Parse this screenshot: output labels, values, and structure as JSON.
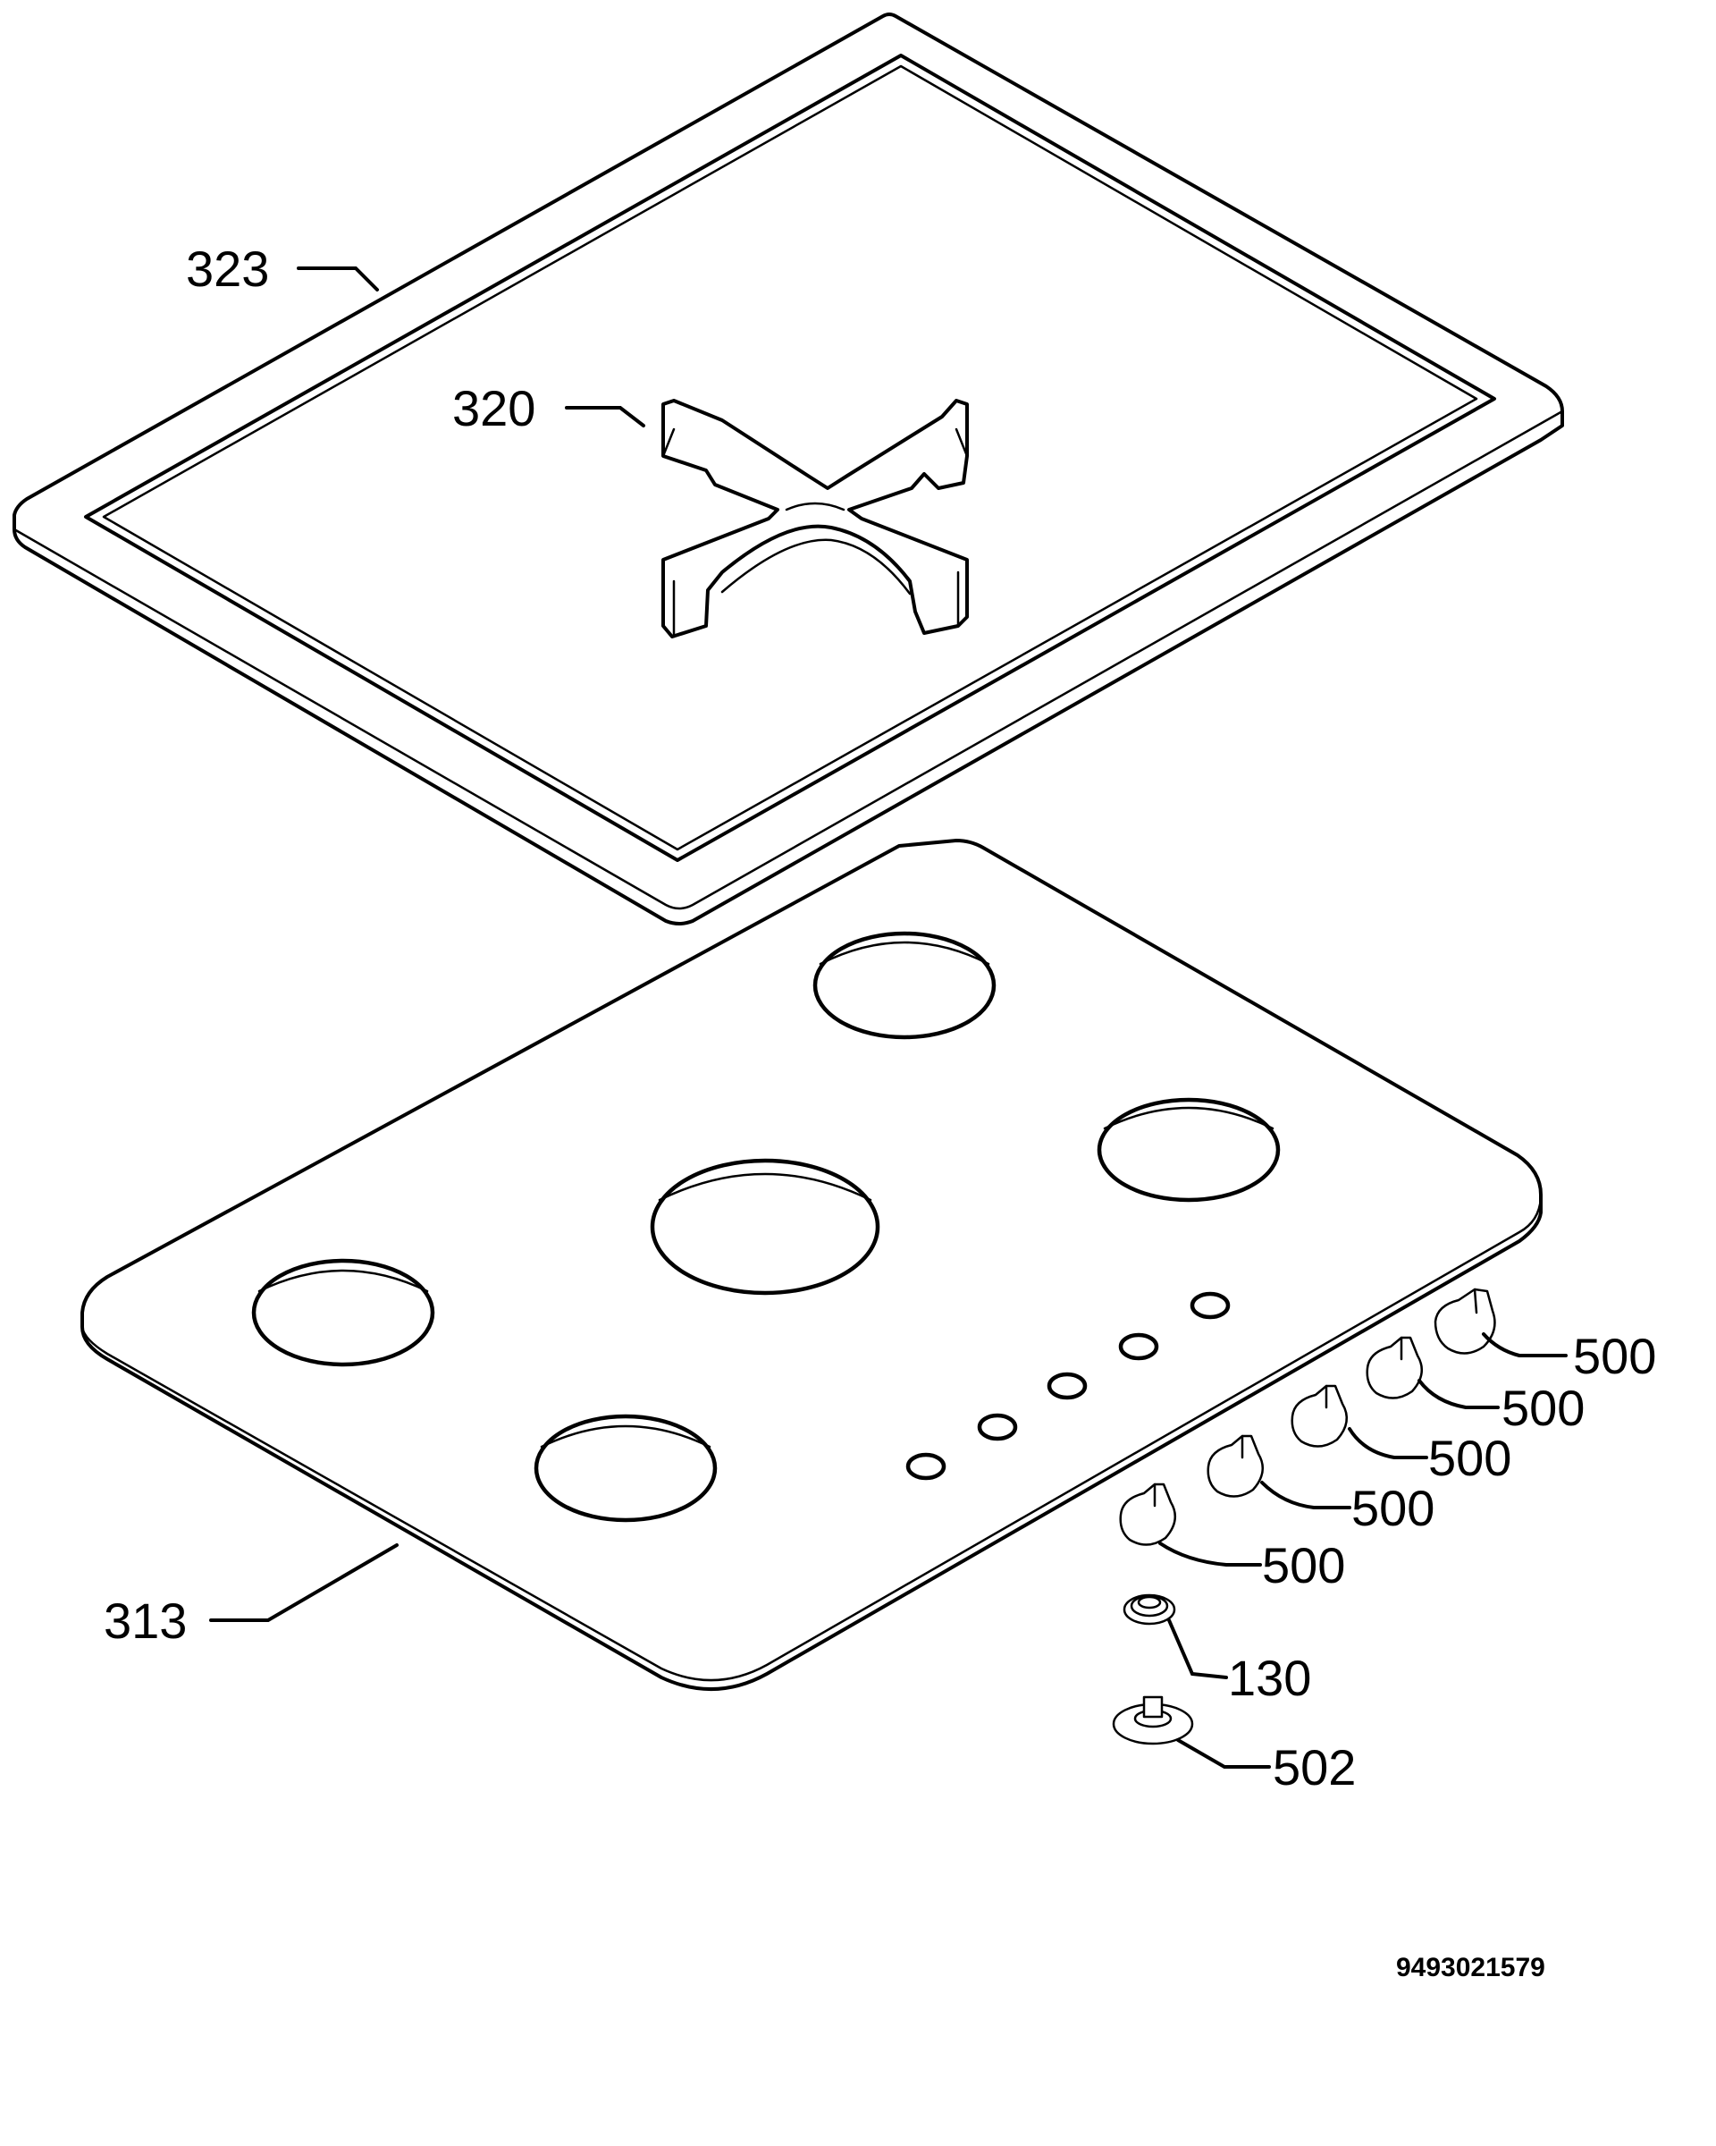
{
  "parts": {
    "frame": {
      "label": "323"
    },
    "pan_support": {
      "label": "320"
    },
    "hob_top": {
      "label": "313"
    },
    "knobs": [
      {
        "label": "500"
      },
      {
        "label": "500"
      },
      {
        "label": "500"
      },
      {
        "label": "500"
      },
      {
        "label": "500"
      }
    ],
    "bezel": {
      "label": "130"
    },
    "spindle_cap": {
      "label": "502"
    }
  },
  "document_number": "9493021579"
}
